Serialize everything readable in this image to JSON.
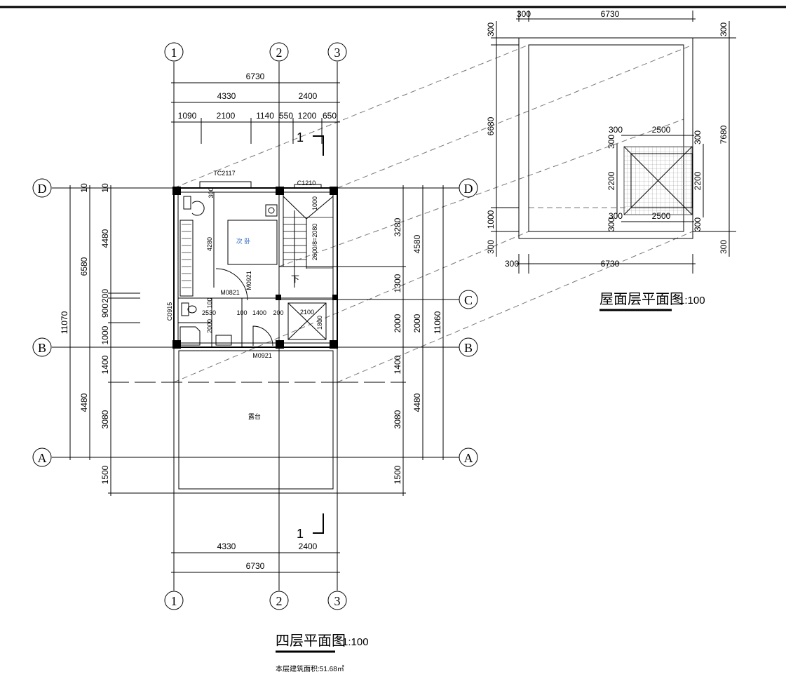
{
  "axes": {
    "col1": "1",
    "col2": "2",
    "col3": "3",
    "rowD": "D",
    "rowC": "C",
    "rowB": "B",
    "rowA": "A"
  },
  "floor_plan": {
    "title": "四层平面图",
    "scale": "1:100",
    "area_note": "本层建筑面积:51.68㎡",
    "section_mark": "1",
    "top_dims": {
      "total": "6730",
      "a": "4330",
      "b": "2400",
      "d1": "1090",
      "d2": "2100",
      "d3": "1140",
      "d4": "550",
      "d5": "1200",
      "d6": "650"
    },
    "bottom_dims": {
      "a": "4330",
      "b": "2400",
      "total": "6730"
    },
    "left_dims": {
      "total": "11070",
      "upper": "6580",
      "lower": "4480",
      "t10a": "10",
      "t10b": "10",
      "s1": "4480",
      "s2": "200",
      "s3": "900",
      "s4": "1000",
      "s5": "1400",
      "s6": "3080",
      "s7": "1500"
    },
    "right_dims": {
      "s1": "3280",
      "s2": "1300",
      "s3": "2000",
      "s4": "1400",
      "s5": "3080",
      "s6": "1500",
      "m1": "4580",
      "m2": "2000",
      "m3": "4480",
      "total": "11060"
    },
    "labels": {
      "window_tc": "TC2117",
      "window_c": "C1210",
      "window_c2": "C0915",
      "door1": "M0921",
      "door2": "M0821",
      "door3": "M0921",
      "dim300": "300",
      "dim4280": "4280",
      "dim1000": "1000",
      "stair": "2600/8=2080",
      "down": "下",
      "d100": "100",
      "d2530": "2530",
      "d100b": "100",
      "d1400": "1400",
      "d200": "200",
      "d2000": "2000",
      "d2100": "2100",
      "d1800": "1800",
      "room_bedroom": "次 卧",
      "room_terrace": "露台"
    }
  },
  "roof_plan": {
    "title": "屋面层平面图",
    "scale": "1:100",
    "top": {
      "a": "300",
      "b": "6730"
    },
    "bottom": {
      "a": "300",
      "b": "6730"
    },
    "left": {
      "a": "300",
      "b": "6680",
      "c": "1000",
      "d": "300"
    },
    "right": {
      "a": "300",
      "b": "7680",
      "c": "300"
    },
    "skylight": {
      "t300": "300",
      "t2500": "2500",
      "l300": "300",
      "l2200": "2200",
      "b300": "300",
      "b2500": "2500",
      "lb300": "300",
      "r300": "300",
      "r2200": "2200",
      "rb300": "300"
    }
  }
}
